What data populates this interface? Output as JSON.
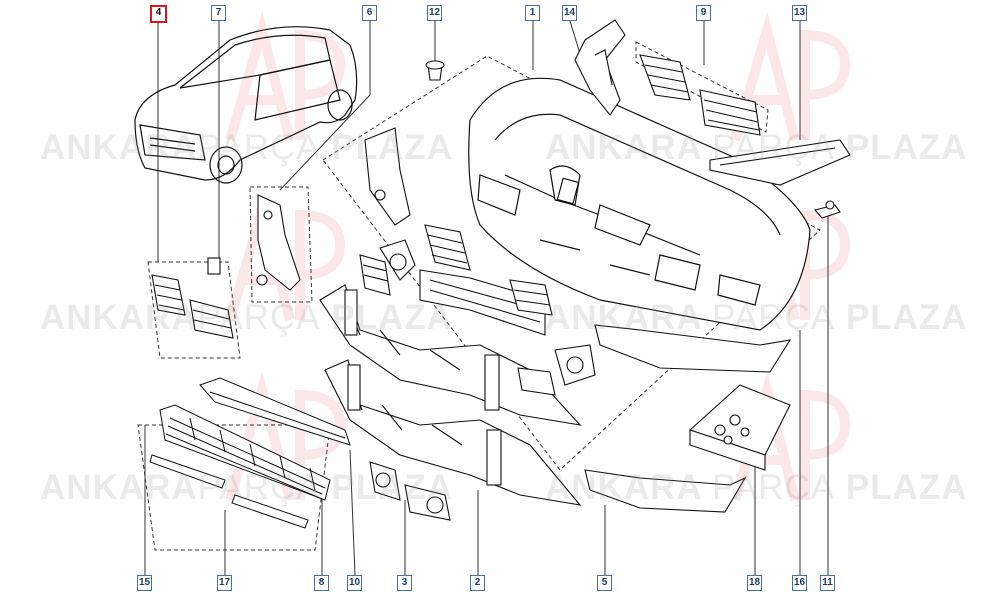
{
  "diagram": {
    "selected_part": "4",
    "callouts": [
      {
        "id": "c4",
        "label": "4",
        "selected": true
      },
      {
        "id": "c7",
        "label": "7"
      },
      {
        "id": "c6",
        "label": "6"
      },
      {
        "id": "c12",
        "label": "12"
      },
      {
        "id": "c1",
        "label": "1"
      },
      {
        "id": "c14",
        "label": "14"
      },
      {
        "id": "c9",
        "label": "9"
      },
      {
        "id": "c13",
        "label": "13"
      },
      {
        "id": "c15",
        "label": "15"
      },
      {
        "id": "c17",
        "label": "17"
      },
      {
        "id": "c8",
        "label": "8"
      },
      {
        "id": "c10",
        "label": "10"
      },
      {
        "id": "c3",
        "label": "3"
      },
      {
        "id": "c2",
        "label": "2"
      },
      {
        "id": "c5",
        "label": "5"
      },
      {
        "id": "c18",
        "label": "18"
      },
      {
        "id": "c16",
        "label": "16"
      },
      {
        "id": "c11",
        "label": "11"
      }
    ]
  },
  "watermark": {
    "word1": "ANKARA",
    "word2": "PARÇA",
    "word3": "PLAZA",
    "logo": "AP"
  },
  "colors": {
    "callout_border": "#4a6fa5",
    "callout_text": "#1d3b70",
    "selected_border": "#e0141b",
    "line": "#222222",
    "watermark": "#969696",
    "logo_red": "#e0141b"
  }
}
